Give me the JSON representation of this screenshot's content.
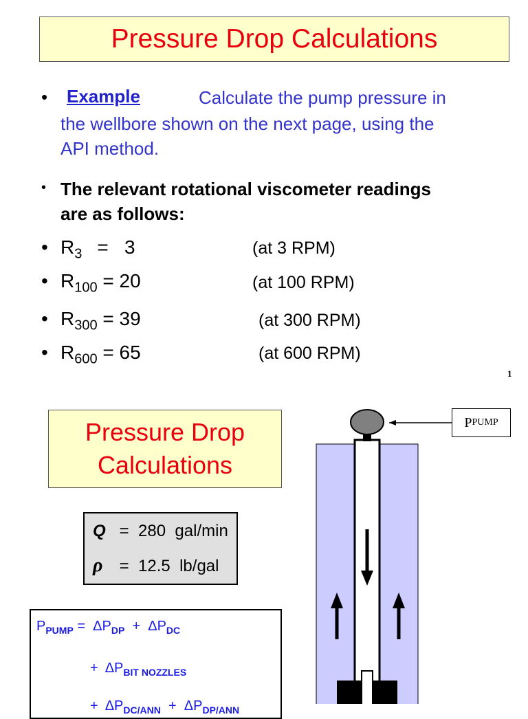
{
  "slide1": {
    "title": "Pressure Drop Calculations",
    "bullet_char": "•",
    "example_word": "Example",
    "example_line1": "Calculate the pump pressure in",
    "example_line2": "the wellbore shown on the next page, using the",
    "example_line3": "API method.",
    "readings_intro_line1": "The relevant rotational viscometer readings",
    "readings_intro_line2": "are as follows:",
    "readings": [
      {
        "symbol": "R",
        "sub": "3",
        "eq": "=   3",
        "rpm": "(at 3 RPM)"
      },
      {
        "symbol": "R",
        "sub": "100",
        "eq": "= 20",
        "rpm": "(at 100 RPM)"
      },
      {
        "symbol": "R",
        "sub": "300",
        "eq": "= 39",
        "rpm": "(at 300 RPM)"
      },
      {
        "symbol": "R",
        "sub": "600",
        "eq": "= 65",
        "rpm": "(at 600 RPM)"
      }
    ],
    "page_number": "1"
  },
  "slide2": {
    "title_line1": "Pressure Drop",
    "title_line2": "Calculations",
    "params": [
      {
        "symbol": "Q",
        "eq": "=",
        "value": "280",
        "unit": "gal/min"
      },
      {
        "symbol": "ρ",
        "eq": "=",
        "value": "12.5",
        "unit": "lb/gal"
      }
    ],
    "equation": {
      "line1_lhs": "P",
      "line1_lhs_sub": "PUMP",
      "line1_rhs_a": " =  ΔP",
      "line1_rhs_a_sub": "DP",
      "line1_rhs_b": "  +  ΔP",
      "line1_rhs_b_sub": "DC",
      "line2_a": "+  ΔP",
      "line2_a_sub": "BIT NOZZLES",
      "line3_a": "+  ΔP",
      "line3_a_sub": "DC/ANN",
      "line3_b": "  +  ΔP",
      "line3_b_sub": "DP/ANN"
    },
    "pump_label": "P",
    "pump_label_sub": "PUMP",
    "colors": {
      "annulus": "#ccccff",
      "title_red": "#e8000e",
      "title_bg": "#ffffcc",
      "equation_blue": "#1a1ae6"
    }
  }
}
